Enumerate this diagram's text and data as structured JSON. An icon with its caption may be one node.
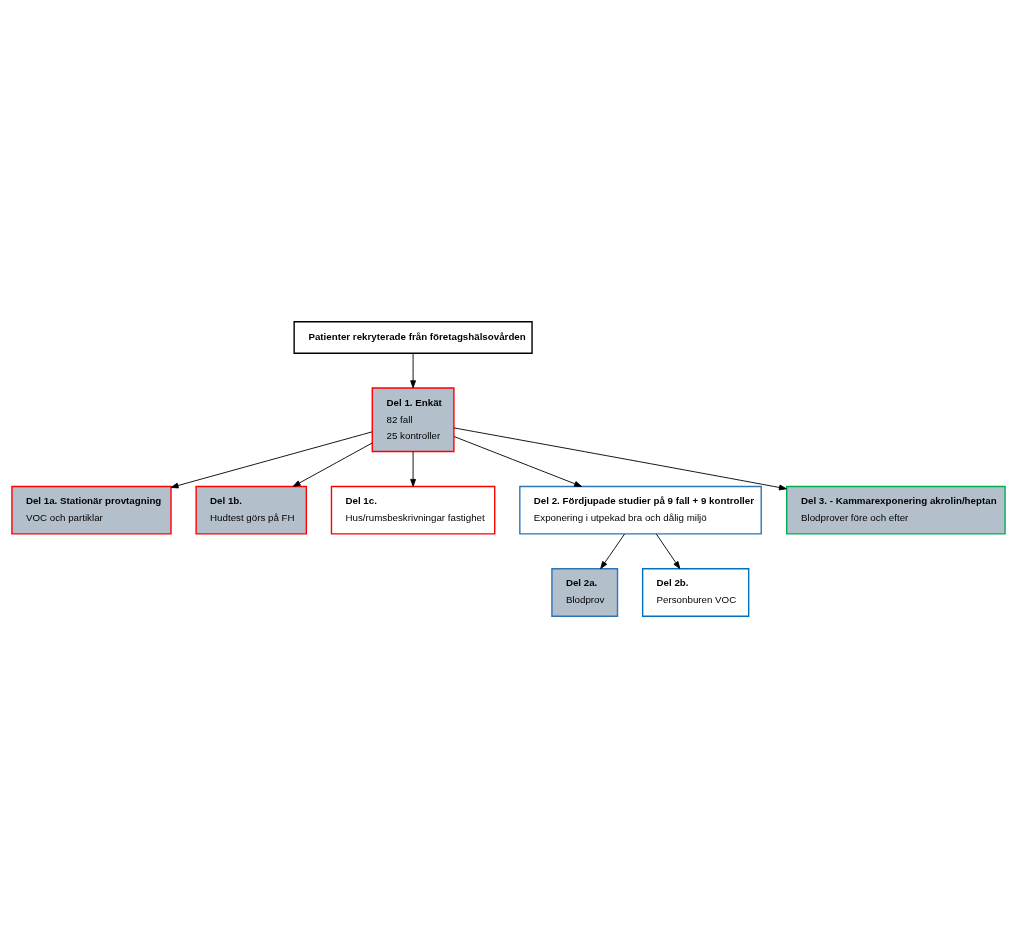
{
  "diagram": {
    "nodes": [
      {
        "text": [
          "Patienter rekryterade från företagshälsovården"
        ]
      },
      {
        "text": [
          "Del 1. Enkät",
          "82 fall",
          "25 kontroller"
        ]
      },
      {
        "text": [
          "Del 1a. Stationär provtagning",
          "VOC och partiklar"
        ]
      },
      {
        "text": [
          "Del 1b.",
          "Hudtest görs på FH"
        ]
      },
      {
        "text": [
          "Del 1c.",
          "Hus/rumsbeskrivningar fastighet"
        ]
      },
      {
        "text": [
          "Del 2. Fördjupade studier på 9 fall + 9 kontroller",
          "Exponering i utpekad bra och dålig miljö"
        ]
      },
      {
        "text": [
          "Del 3. - Kammarexponering akrolin/heptan",
          "Blodprover före och efter"
        ]
      },
      {
        "text": [
          "Del 2a.",
          "Blodprov"
        ]
      },
      {
        "text": [
          "Del 2b.",
          "Personburen VOC"
        ]
      }
    ],
    "edges": [
      {
        "from": 0,
        "to": 1,
        "arrow": "to"
      },
      {
        "from": 1,
        "to": 2,
        "arrow": "to"
      },
      {
        "from": 1,
        "to": 3,
        "arrow": "to"
      },
      {
        "from": 1,
        "to": 4,
        "arrow": "to"
      },
      {
        "from": 1,
        "to": 5,
        "arrow": "to"
      },
      {
        "from": 1,
        "to": 6,
        "arrow": "to"
      },
      {
        "from": 5,
        "to": 7,
        "arrow": "to"
      },
      {
        "from": 5,
        "to": 8,
        "arrow": "to"
      }
    ]
  }
}
